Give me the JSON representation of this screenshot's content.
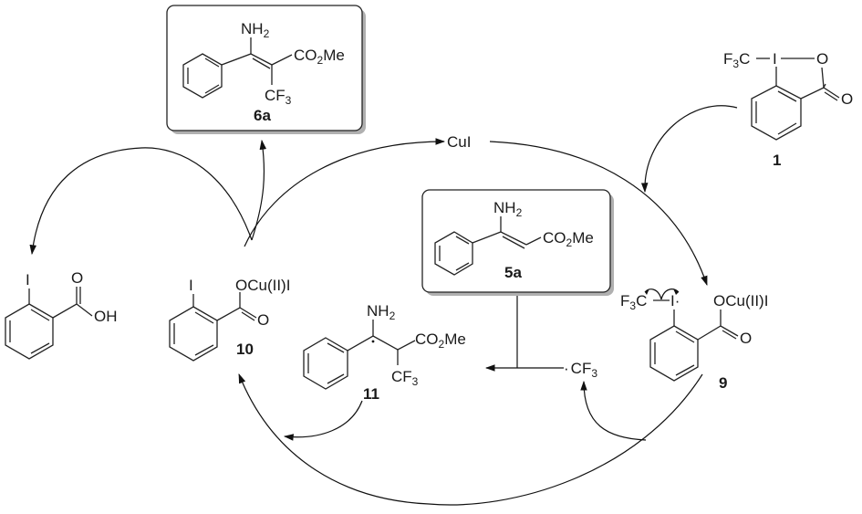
{
  "diagram": {
    "type": "catalytic-cycle",
    "colors": {
      "ink": "#1a1a1a",
      "box_shadow": "#b0b0b0",
      "background": "#ffffff"
    },
    "catalyst": {
      "label": "CuI"
    },
    "compounds": {
      "c1": {
        "id": "1",
        "f3c": "F",
        "f3c_sub": "3",
        "f3c_c": "C",
        "iodine": "I",
        "o_ring": "O",
        "o_carbonyl": "O"
      },
      "c6a": {
        "id": "6a",
        "nh2": "NH",
        "nh2_sub": "2",
        "ester": "CO",
        "ester_sub": "2",
        "ester_tail": "Me",
        "cf3": "CF",
        "cf3_sub": "3"
      },
      "c5a": {
        "id": "5a",
        "nh2": "NH",
        "nh2_sub": "2",
        "ester": "CO",
        "ester_sub": "2",
        "ester_tail": "Me"
      },
      "c9": {
        "id": "9",
        "f3c": "F",
        "f3c_sub": "3",
        "f3c_c": "C",
        "iodine_radical": "I·",
        "ocu": "OCu(II)I",
        "o_carbonyl": "O"
      },
      "c10": {
        "id": "10",
        "iodine": "I",
        "ocu": "OCu(II)I",
        "o_carbonyl": "O"
      },
      "c11": {
        "id": "11",
        "nh2": "NH",
        "nh2_sub": "2",
        "ester": "CO",
        "ester_sub": "2",
        "ester_tail": "Me",
        "cf3": "CF",
        "cf3_sub": "3"
      },
      "acid": {
        "iodine": "I",
        "o_carbonyl": "O",
        "oh": "OH"
      }
    },
    "radical": {
      "dot": "·",
      "cf3": "CF",
      "cf3_sub": "3"
    }
  }
}
